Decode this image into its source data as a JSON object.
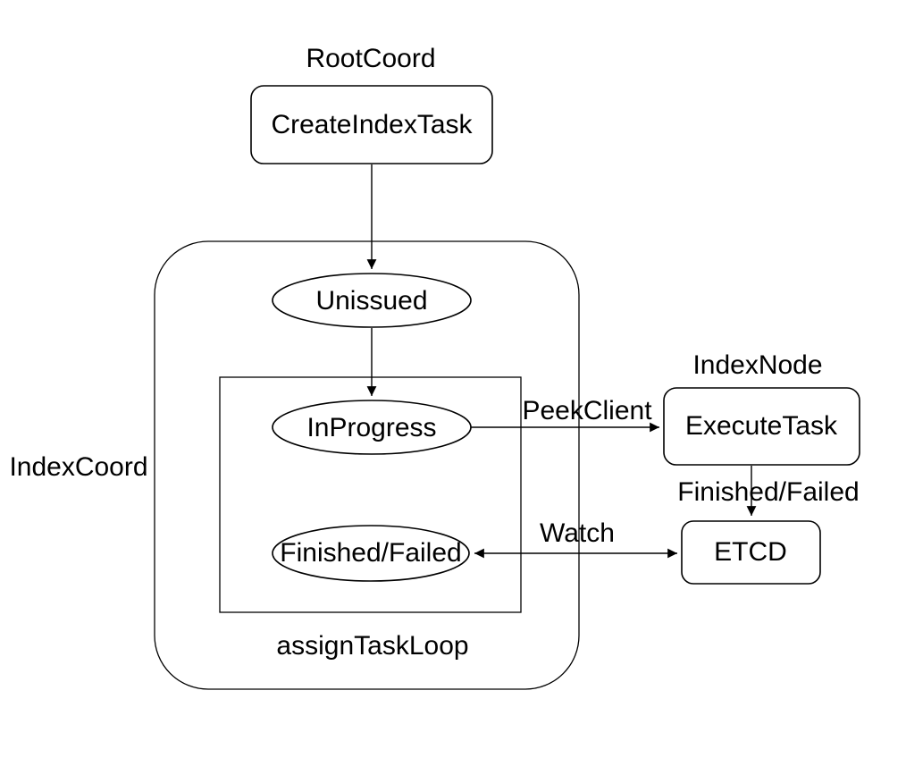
{
  "diagram": {
    "type": "flowchart",
    "colors": {
      "background": "#ffffff",
      "stroke": "#000000",
      "text": "#000000"
    },
    "group_labels": {
      "root_coord": "RootCoord",
      "index_coord": "IndexCoord",
      "index_node": "IndexNode",
      "assign_task_loop": "assignTaskLoop"
    },
    "nodes": {
      "create_index_task": {
        "label": "CreateIndexTask",
        "shape": "rounded-rect",
        "group": "RootCoord"
      },
      "unissued": {
        "label": "Unissued",
        "shape": "ellipse",
        "group": "IndexCoord"
      },
      "in_progress": {
        "label": "InProgress",
        "shape": "ellipse",
        "group": "assignTaskLoop"
      },
      "finished_failed": {
        "label": "Finished/Failed",
        "shape": "ellipse",
        "group": "assignTaskLoop"
      },
      "execute_task": {
        "label": "ExecuteTask",
        "shape": "rounded-rect",
        "group": "IndexNode"
      },
      "etcd": {
        "label": "ETCD",
        "shape": "rounded-rect",
        "group": ""
      }
    },
    "edges": [
      {
        "from": "create_index_task",
        "to": "unissued",
        "label": "",
        "direction": "down"
      },
      {
        "from": "unissued",
        "to": "in_progress",
        "label": "",
        "direction": "down"
      },
      {
        "from": "in_progress",
        "to": "execute_task",
        "label": "PeekClient",
        "direction": "right"
      },
      {
        "from": "execute_task",
        "to": "etcd",
        "label": "Finished/Failed",
        "direction": "down"
      },
      {
        "from": "finished_failed",
        "to": "etcd",
        "label": "Watch",
        "direction": "both"
      }
    ]
  }
}
